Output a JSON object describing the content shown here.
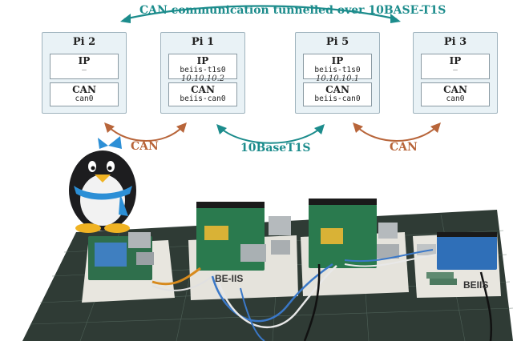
{
  "top_label": "CAN communication tunnelled over 10BASE-T1S",
  "nodes": [
    {
      "title": "Pi 2",
      "ip_header": "IP",
      "ip_iface": "—",
      "ip_addr": "",
      "can_header": "CAN",
      "can_iface": "can0"
    },
    {
      "title": "Pi 1",
      "ip_header": "IP",
      "ip_iface": "beiis-t1s0",
      "ip_addr": "10.10.10.2",
      "can_header": "CAN",
      "can_iface": "beiis-can0"
    },
    {
      "title": "Pi 5",
      "ip_header": "IP",
      "ip_iface": "beiis-t1s0",
      "ip_addr": "10.10.10.1",
      "can_header": "CAN",
      "can_iface": "beiis-can0"
    },
    {
      "title": "Pi 3",
      "ip_header": "IP",
      "ip_iface": "—",
      "ip_addr": "",
      "can_header": "CAN",
      "can_iface": "can0"
    }
  ],
  "link_labels": {
    "left": "CAN",
    "middle": "10BaseT1S",
    "right": "CAN"
  },
  "photo": {
    "board_label_left": "BE-IIS",
    "board_label_right": "BEIIS"
  },
  "colors": {
    "accent_teal": "#1c8c8c",
    "accent_orange": "#b8653a",
    "node_fill": "#e9f2f6",
    "mat_green": "#2f3b35"
  }
}
